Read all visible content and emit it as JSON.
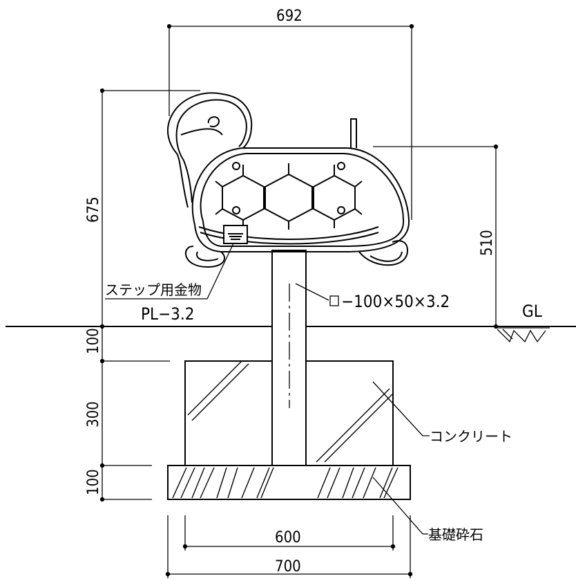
{
  "dimensions": {
    "top_width": "692",
    "total_height": "675",
    "seat_height": "510",
    "embed_depth": "100",
    "concrete_depth": "300",
    "gravel_depth": "100",
    "concrete_width": "600",
    "gravel_width": "700"
  },
  "labels": {
    "step_fitting": "ステップ用金物",
    "plate": "PL−3.2",
    "pipe": "−100×50×3.2",
    "ground_level": "GL",
    "concrete": "コンクリート",
    "gravel": "基礎砕石"
  }
}
